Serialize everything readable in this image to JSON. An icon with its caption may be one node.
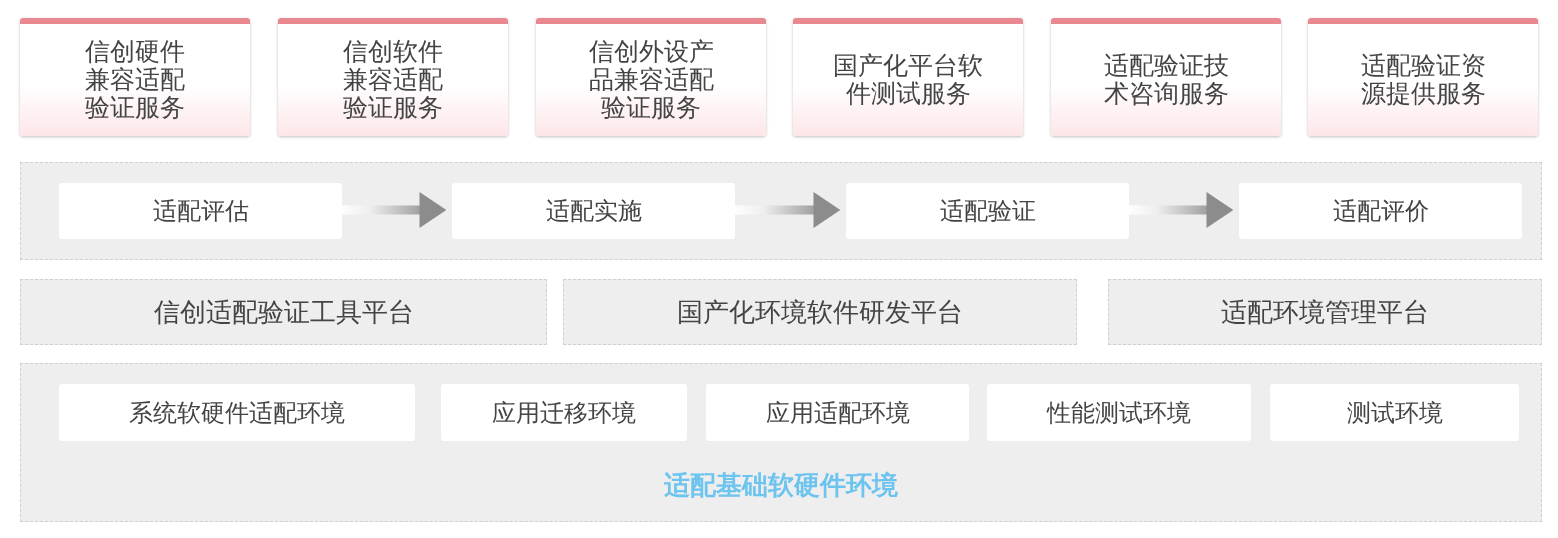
{
  "diagram": {
    "nodes": [
      {
        "text": [
          "信创硬件兼容适配验证服务"
        ]
      },
      {
        "text": [
          "信创软件兼容适配验证服务"
        ]
      },
      {
        "text": [
          "信创外设产品兼容适配验证服务"
        ]
      },
      {
        "text": [
          "国产化平台软件测试服务"
        ]
      },
      {
        "text": [
          "适配验证技术咨询服务"
        ]
      },
      {
        "text": [
          "适配验证资源提供服务"
        ]
      },
      {
        "text": [],
        "shape": "box"
      },
      {
        "text": [
          "适配评估"
        ],
        "in": 6
      },
      {
        "text": [
          "适配实施"
        ],
        "in": 6
      },
      {
        "text": [
          "适配验证"
        ],
        "in": 6
      },
      {
        "text": [
          "适配评价"
        ],
        "in": 6
      },
      {
        "text": [
          "信创适配验证工具平台"
        ]
      },
      {
        "text": [
          "国产化环境软件研发平台"
        ]
      },
      {
        "text": [
          "适配环境管理平台"
        ]
      },
      {
        "text": [
          "适配基础软硬件环境"
        ]
      },
      {
        "text": [
          "系统软硬件适配环境"
        ],
        "in": 14
      },
      {
        "text": [
          "应用迁移环境"
        ],
        "in": 14
      },
      {
        "text": [
          "应用适配环境"
        ],
        "in": 14
      },
      {
        "text": [
          "性能测试环境"
        ],
        "in": 14
      },
      {
        "text": [
          "测试环境"
        ],
        "in": 14
      }
    ],
    "edges": [
      {
        "from": 7,
        "to": 8,
        "arrow": "to"
      },
      {
        "from": 8,
        "to": 9,
        "arrow": "to"
      },
      {
        "from": 9,
        "to": 10,
        "arrow": "to"
      }
    ]
  }
}
